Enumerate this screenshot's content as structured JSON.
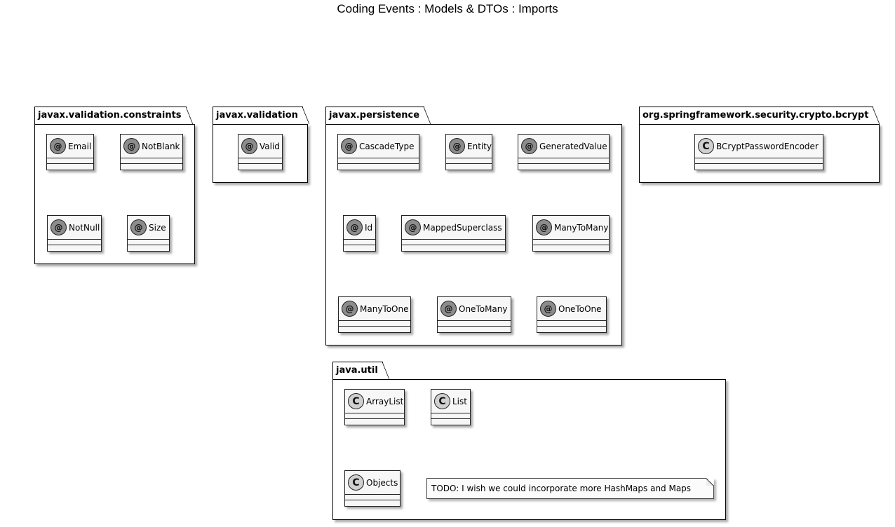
{
  "title": "Coding Events : Models & DTOs : Imports",
  "packages": {
    "constraints": {
      "name": "javax.validation.constraints",
      "items": [
        {
          "badge": "@",
          "label": "Email"
        },
        {
          "badge": "@",
          "label": "NotBlank"
        },
        {
          "badge": "@",
          "label": "NotNull"
        },
        {
          "badge": "@",
          "label": "Size"
        }
      ]
    },
    "validation": {
      "name": "javax.validation",
      "items": [
        {
          "badge": "@",
          "label": "Valid"
        }
      ]
    },
    "persistence": {
      "name": "javax.persistence",
      "items": [
        {
          "badge": "@",
          "label": "CascadeType"
        },
        {
          "badge": "@",
          "label": "Entity"
        },
        {
          "badge": "@",
          "label": "GeneratedValue"
        },
        {
          "badge": "@",
          "label": "Id"
        },
        {
          "badge": "@",
          "label": "MappedSuperclass"
        },
        {
          "badge": "@",
          "label": "ManyToMany"
        },
        {
          "badge": "@",
          "label": "ManyToOne"
        },
        {
          "badge": "@",
          "label": "OneToMany"
        },
        {
          "badge": "@",
          "label": "OneToOne"
        }
      ]
    },
    "bcrypt": {
      "name": "org.springframework.security.crypto.bcrypt",
      "items": [
        {
          "badge": "C",
          "label": "BCryptPasswordEncoder"
        }
      ]
    },
    "util": {
      "name": "java.util",
      "items": [
        {
          "badge": "C",
          "label": "ArrayList"
        },
        {
          "badge": "C",
          "label": "List"
        },
        {
          "badge": "C",
          "label": "Objects"
        }
      ],
      "note": "TODO: I wish we could incorporate more HashMaps and Maps"
    }
  }
}
